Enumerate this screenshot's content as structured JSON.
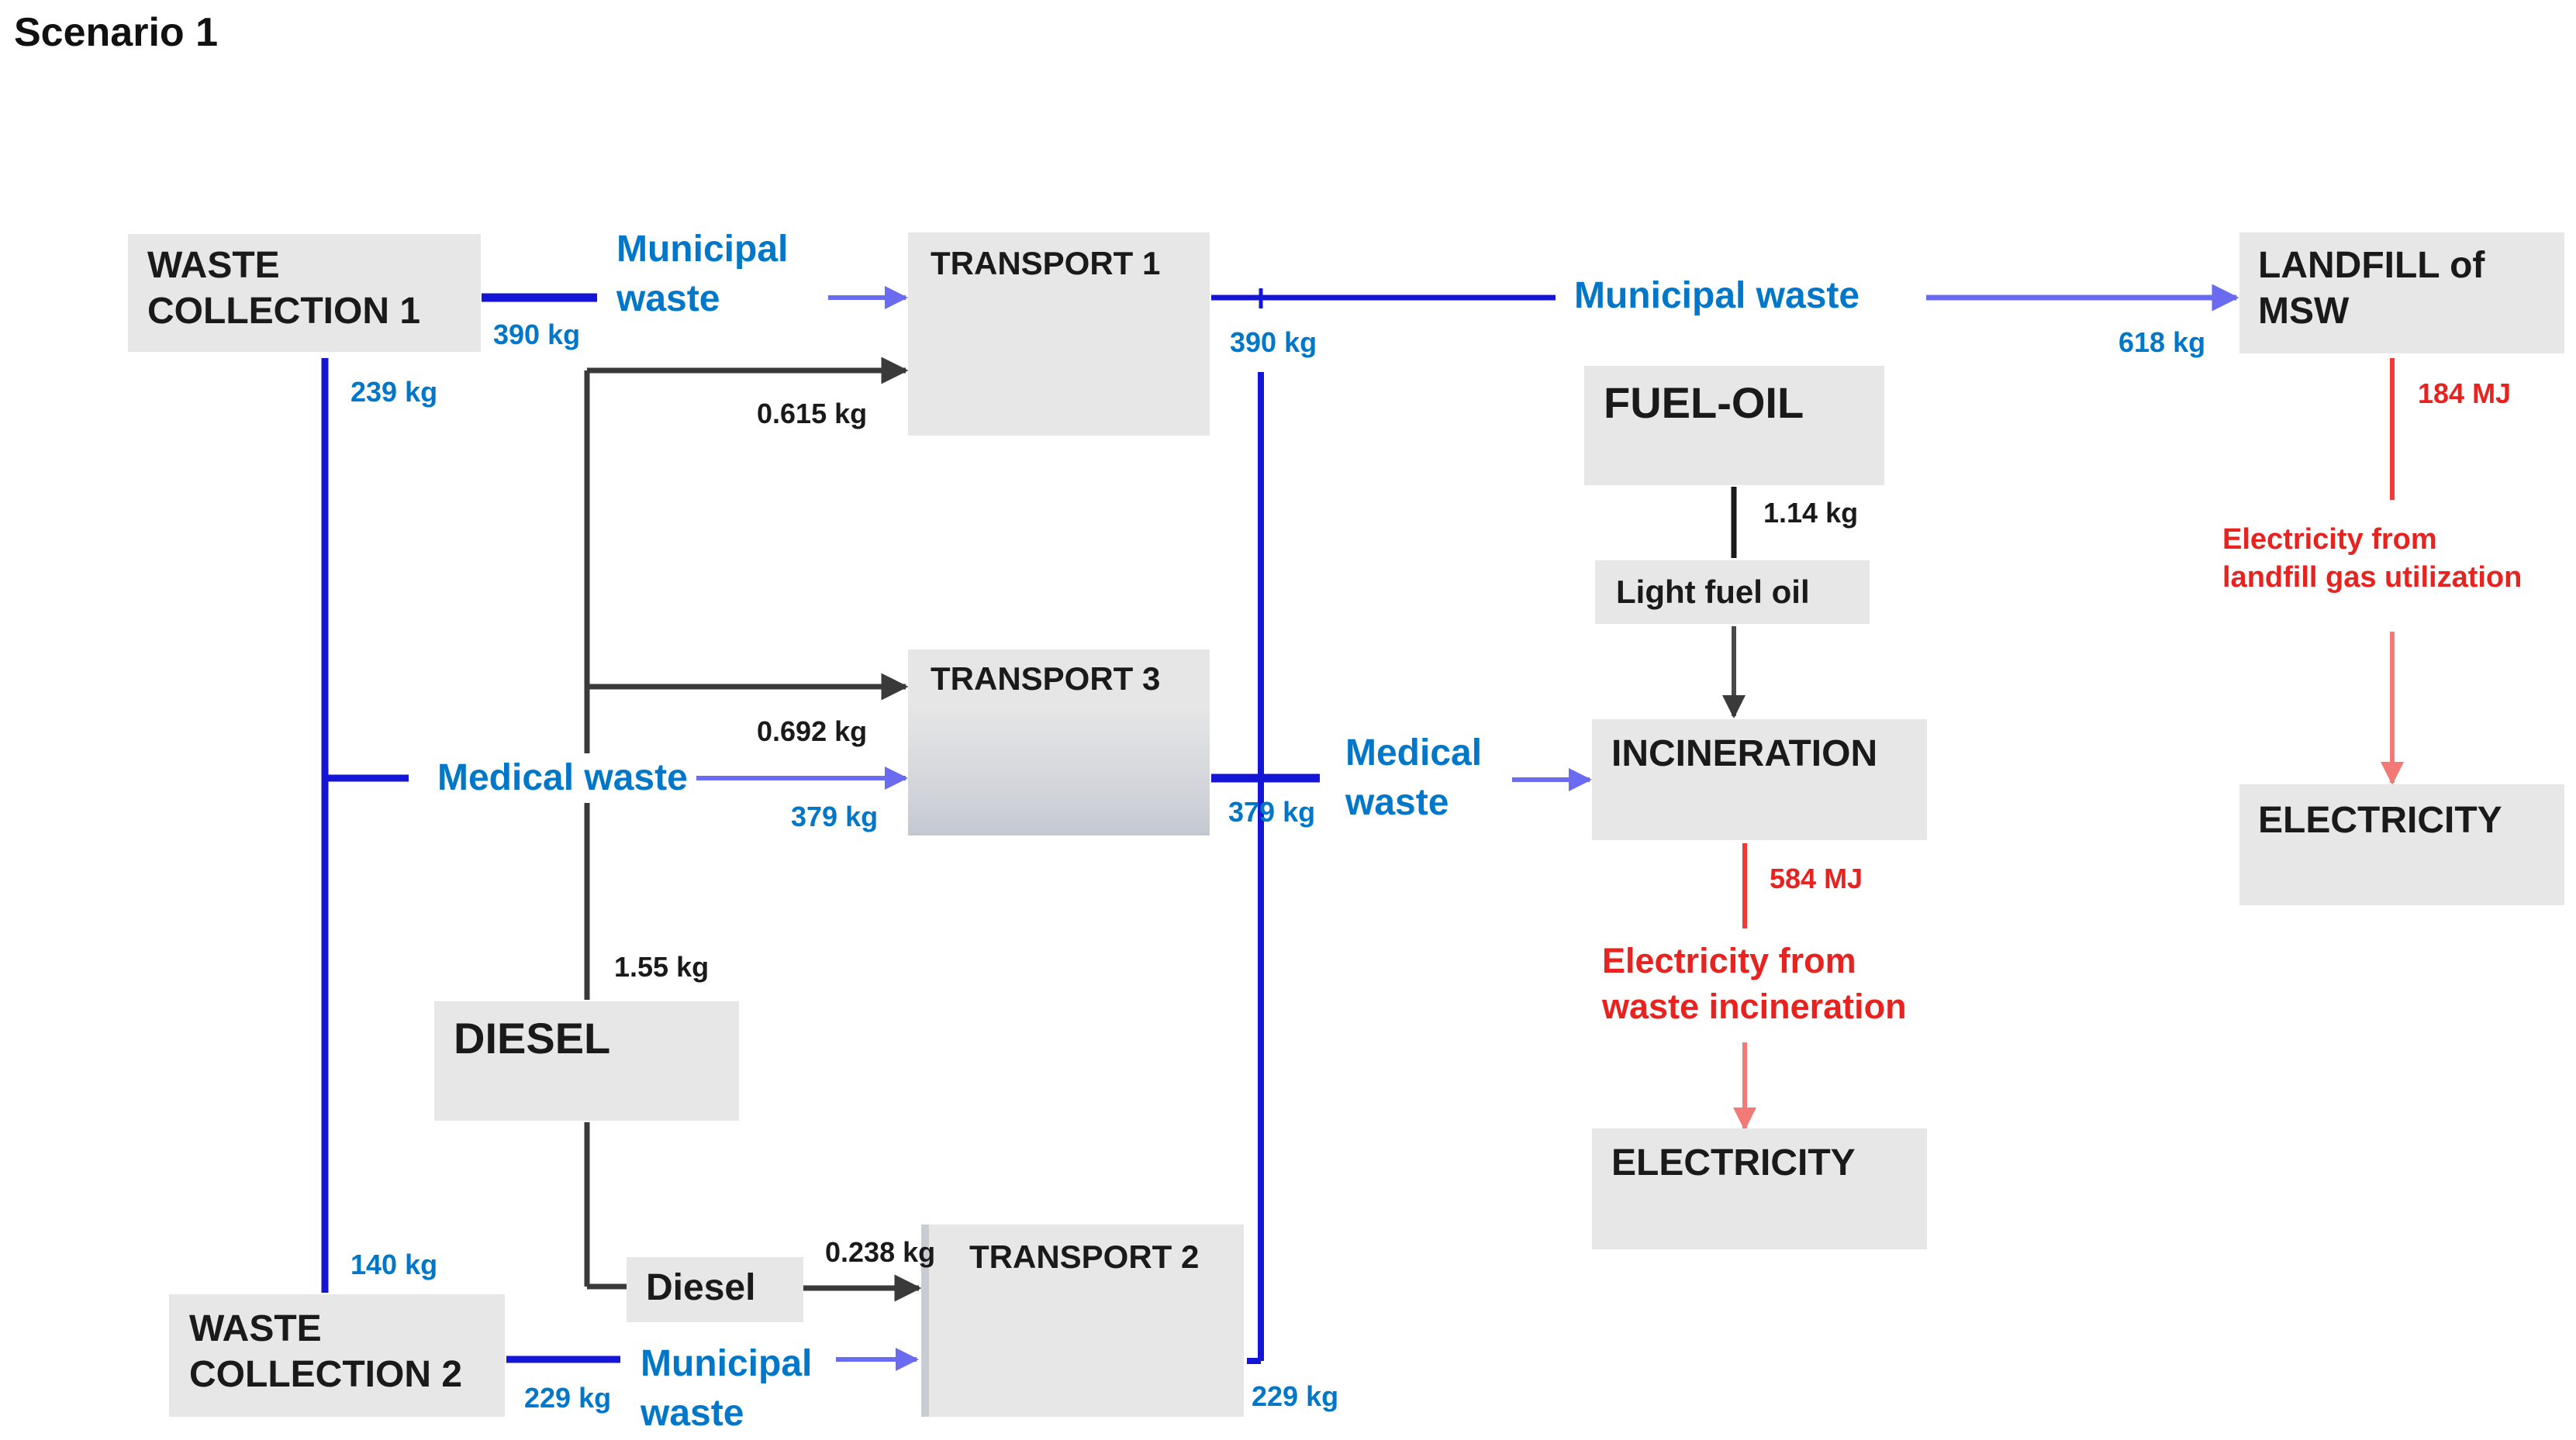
{
  "title": "Scenario 1",
  "nodes": {
    "waste_collection_1": "WASTE\nCOLLECTION 1",
    "waste_collection_2": "WASTE\nCOLLECTION 2",
    "transport_1": "TRANSPORT 1",
    "transport_2": "TRANSPORT 2",
    "transport_3": "TRANSPORT 3",
    "diesel_big": "DIESEL",
    "diesel_small": "Diesel",
    "fuel_oil": "FUEL-OIL",
    "light_fuel_oil": "Light fuel oil",
    "incineration": "INCINERATION",
    "landfill": "LANDFILL of\nMSW",
    "electricity_incineration": "ELECTRICITY",
    "electricity_landfill": "ELECTRICITY"
  },
  "flow_labels": {
    "municipal_waste_1": "Municipal\nwaste",
    "municipal_waste_2": "Municipal\nwaste",
    "municipal_waste_main": "Municipal waste",
    "medical_waste_left": "Medical waste",
    "medical_waste_right": "Medical\nwaste"
  },
  "quantities": {
    "wc1_out": "390 kg",
    "wc1_down": "239 kg",
    "diesel_t1": "0.615 kg",
    "t1_out": "390 kg",
    "landfill_in": "618 kg",
    "landfill_energy": "184 MJ",
    "fuel_oil_out": "1.14 kg",
    "diesel_t3": "0.692 kg",
    "medical_in_t3": "379 kg",
    "t3_out": "379 kg",
    "incineration_energy": "584 MJ",
    "diesel_out": "1.55 kg",
    "wc2_up": "140 kg",
    "diesel_t2": "0.238 kg",
    "wc2_out": "229 kg",
    "t2_out": "229 kg"
  },
  "notes": {
    "electricity_from_landfill": "Electricity from\nlandfill gas utilization",
    "electricity_from_incineration": "Electricity from\nwaste incineration"
  },
  "colors": {
    "waste_line": "#1515d6",
    "arrow": "#6b6bf2",
    "fuel_line": "#3a3a3a",
    "energy_line": "#f03a36",
    "quantity_blue": "#0077c8",
    "energy_text": "#e8231f",
    "box_fill": "#e7e7e7"
  }
}
